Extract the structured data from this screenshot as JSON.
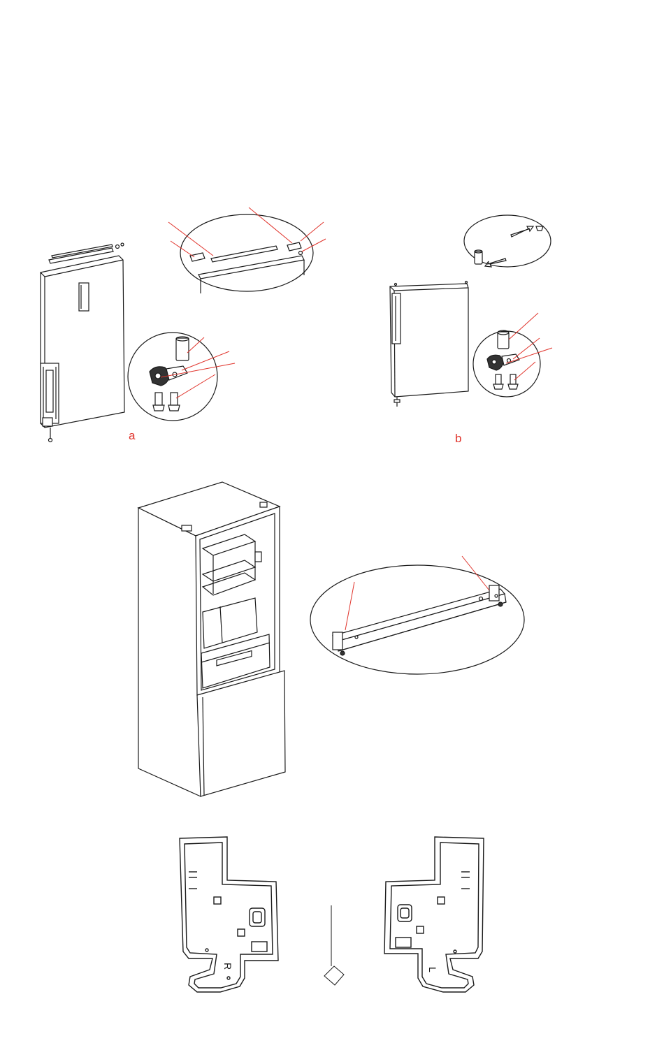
{
  "figures": {
    "a": {
      "label": "a"
    },
    "b": {
      "label": "b"
    }
  },
  "fridge_markings": {
    "right_bracket_letter": "R",
    "left_bracket_letter": "L"
  },
  "colors": {
    "line": "#1a1a1a",
    "callout": "#e0332b",
    "label": "#e0332b",
    "fill": "#ffffff",
    "shade": "#d9d9d9"
  }
}
